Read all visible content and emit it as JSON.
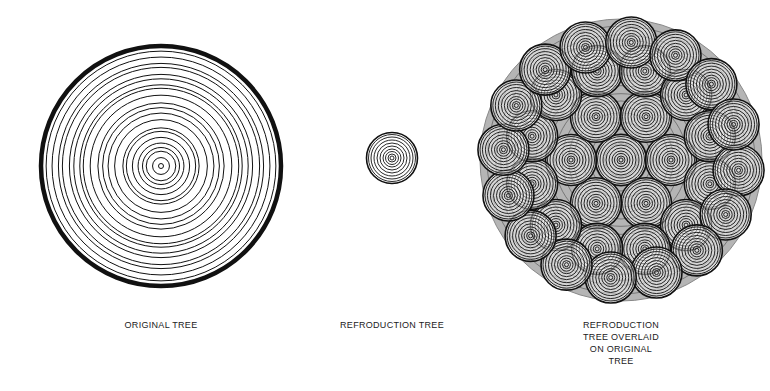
{
  "diagram": {
    "labels": [
      "ORIGINAL TREE",
      "REFRODUCTION TREE",
      "REFRODUCTION TREE OVERLAID ON ORIGINAL TREE"
    ]
  }
}
